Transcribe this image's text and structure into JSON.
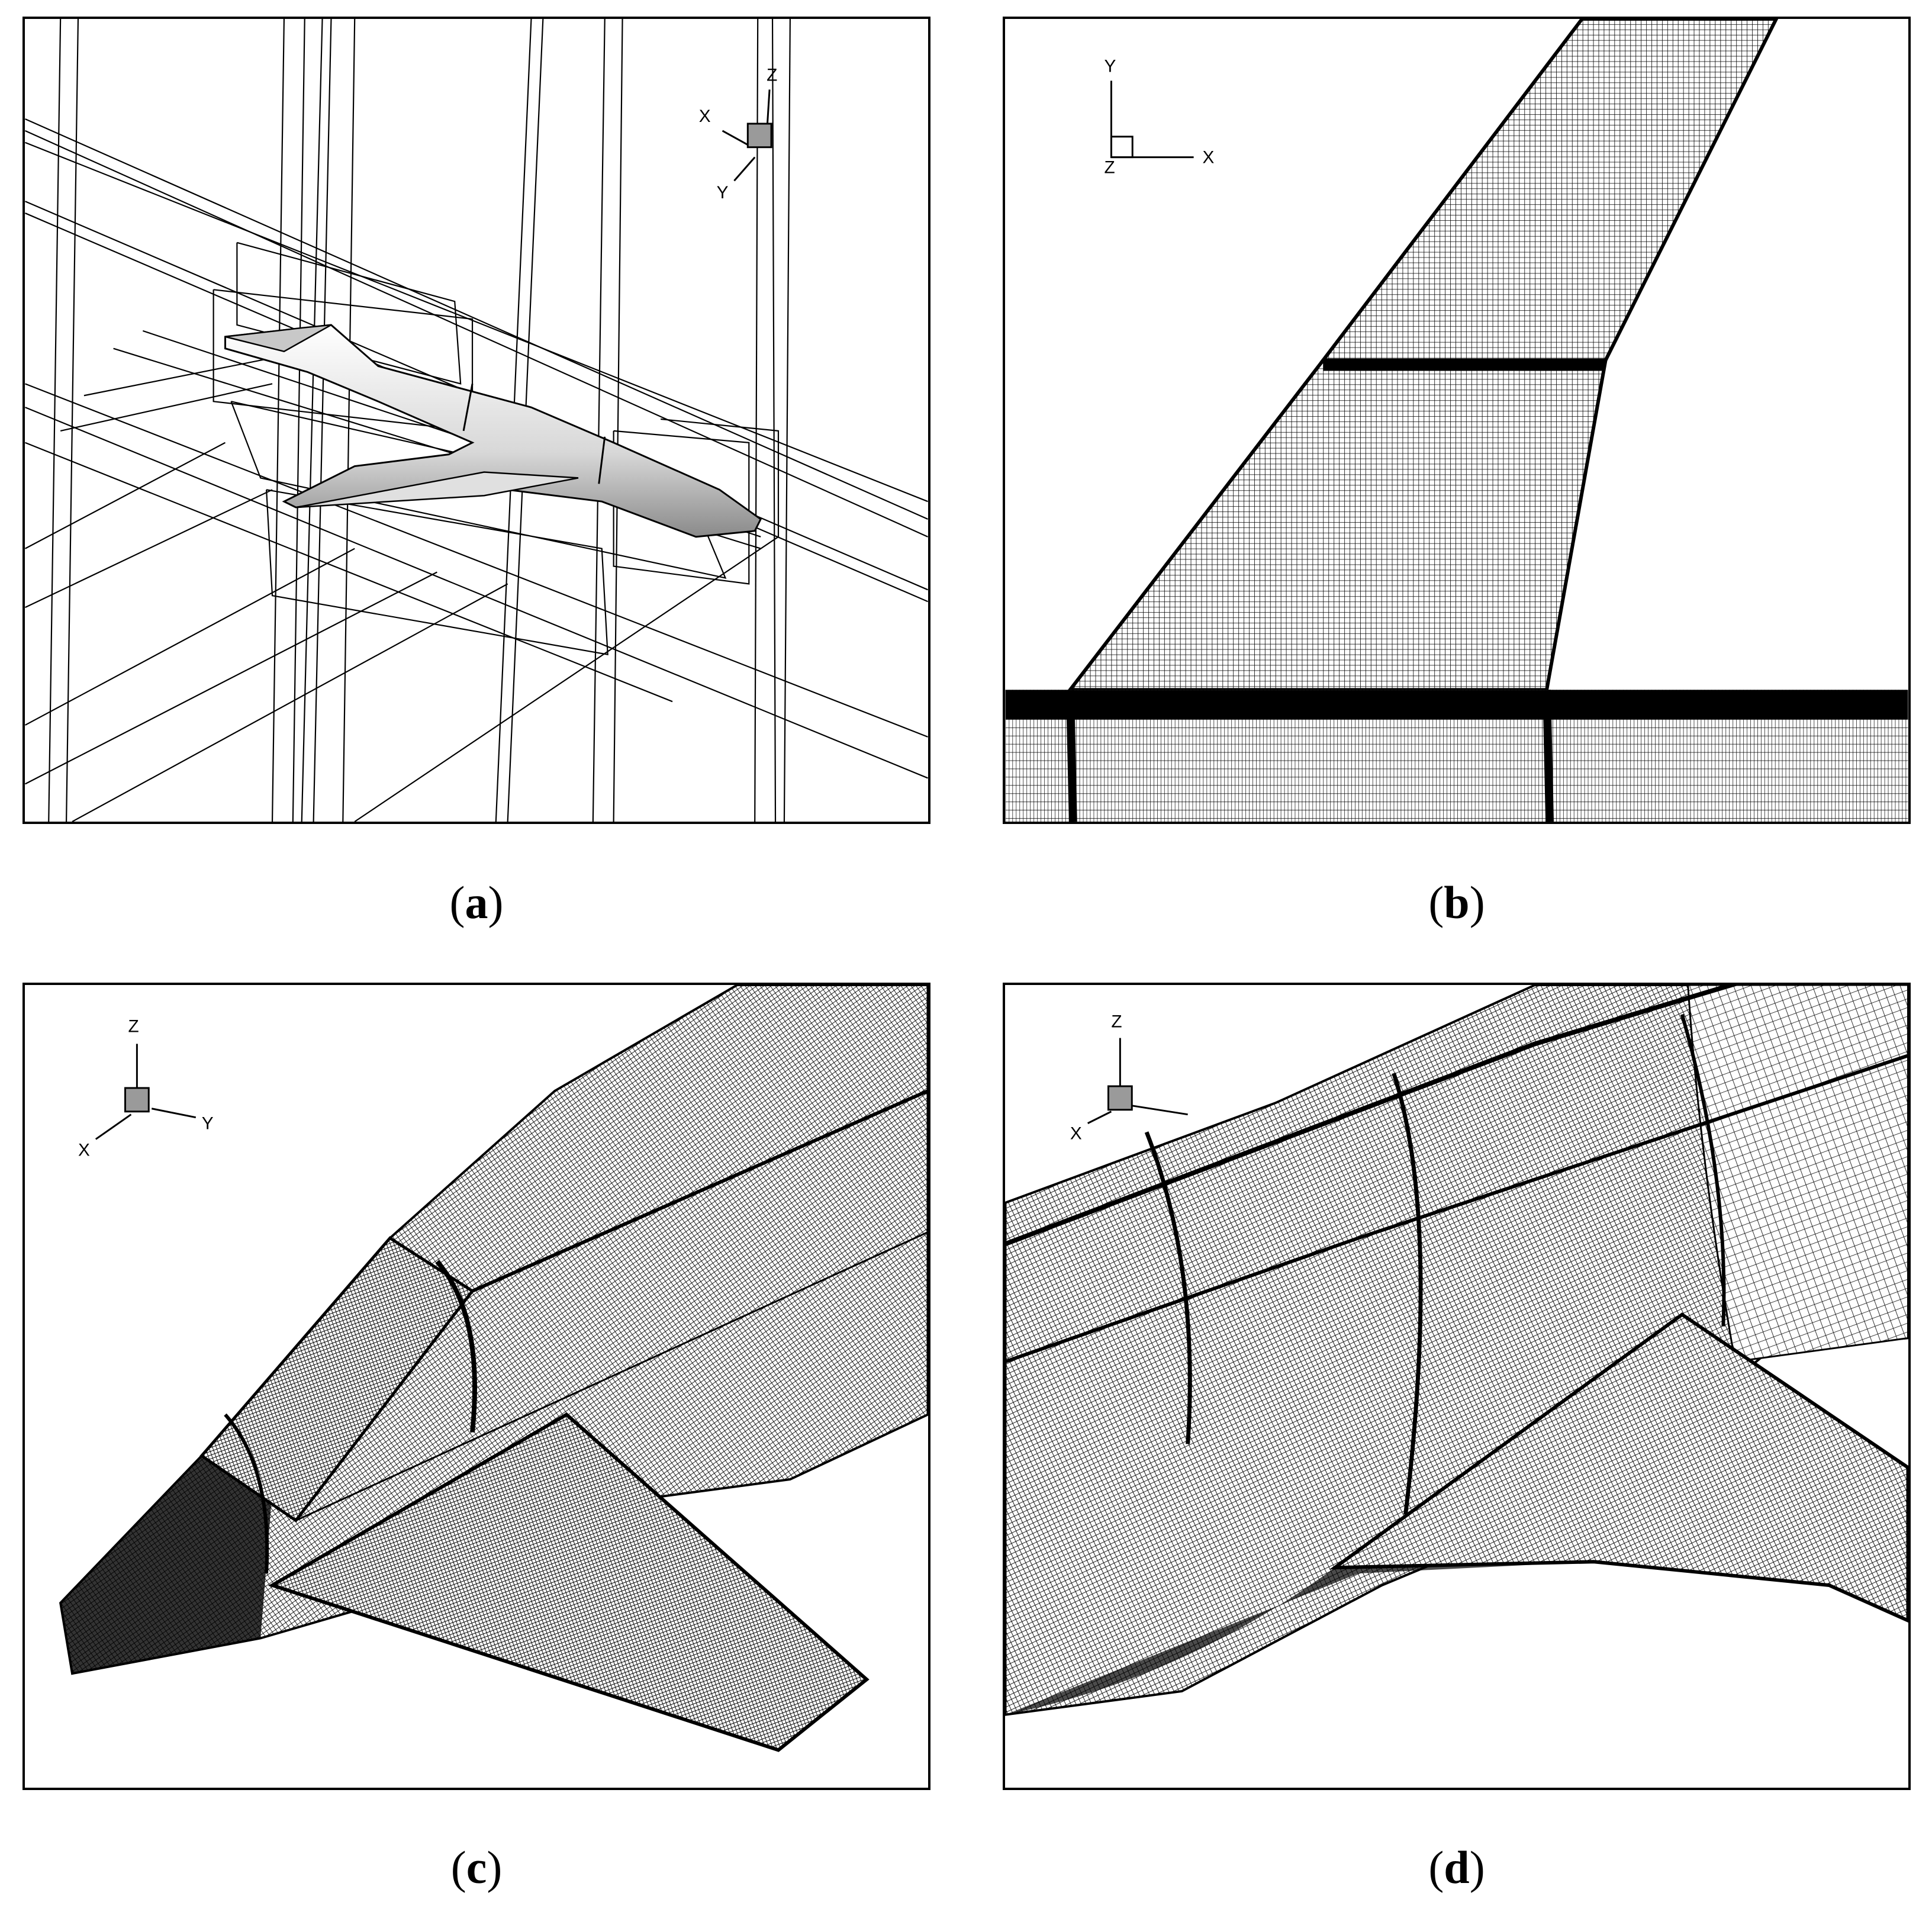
{
  "panels": [
    {
      "id": "a",
      "caption_letter": "a",
      "axes": {
        "first": "X",
        "second": "Y",
        "third": "Z"
      }
    },
    {
      "id": "b",
      "caption_letter": "b",
      "axes": {
        "first": "Y",
        "second": "X",
        "third": "Z"
      }
    },
    {
      "id": "c",
      "caption_letter": "c",
      "axes": {
        "first": "Z",
        "second": "X",
        "third": "Y"
      }
    },
    {
      "id": "d",
      "caption_letter": "d",
      "axes": {
        "first": "Z",
        "second": "X"
      }
    }
  ],
  "colors": {
    "mesh": "#000000",
    "surface": "#4a4a4a",
    "light_surface": "#9a9a9a",
    "background": "#ffffff"
  },
  "icons": [
    "axis-triad-icon",
    "axis-cube-icon"
  ]
}
